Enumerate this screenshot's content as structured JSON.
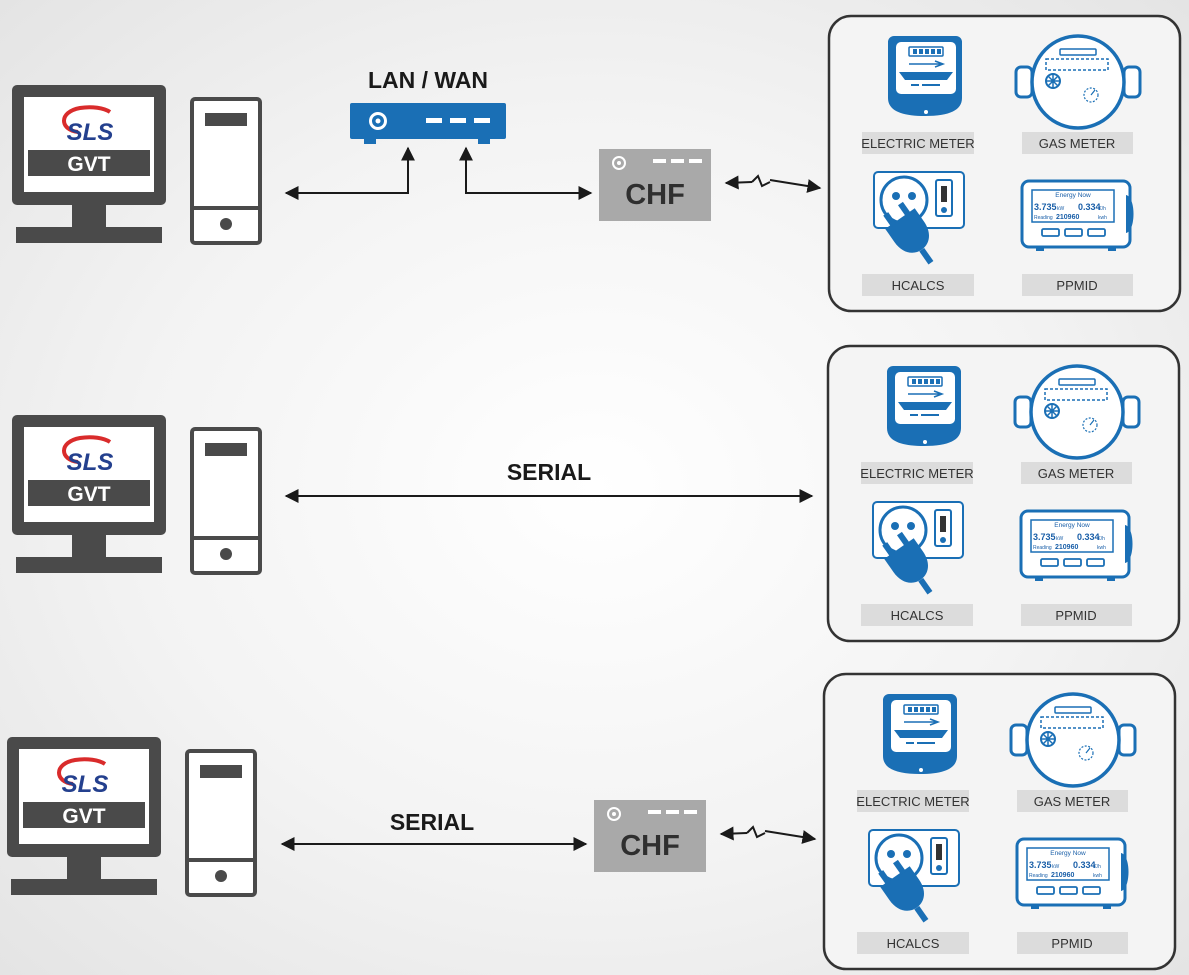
{
  "logo": {
    "brand": "SLS",
    "product": "GVT"
  },
  "labels": {
    "lan_wan": "LAN / WAN",
    "serial": "SERIAL",
    "chf": "CHF"
  },
  "devices": {
    "electric_meter": "ELECTRIC METER",
    "gas_meter": "GAS METER",
    "hcalcs": "HCALCS",
    "ppmid": "PPMID"
  },
  "ppmid_screen": {
    "title": "Energy Now",
    "reading_kw": "3.735",
    "unit_kw": "kW",
    "rate": "0.334",
    "unit_rate": "£/h",
    "reading_label": "Reading",
    "reading_value": "210960",
    "reading_unit": "kwh"
  },
  "colors": {
    "brand_blue": "#1a6fb5",
    "dark_gray": "#4a4a4a",
    "hub_gray": "#a9a9a9",
    "logo_red": "#d92b2b",
    "logo_blue": "#24408e"
  }
}
